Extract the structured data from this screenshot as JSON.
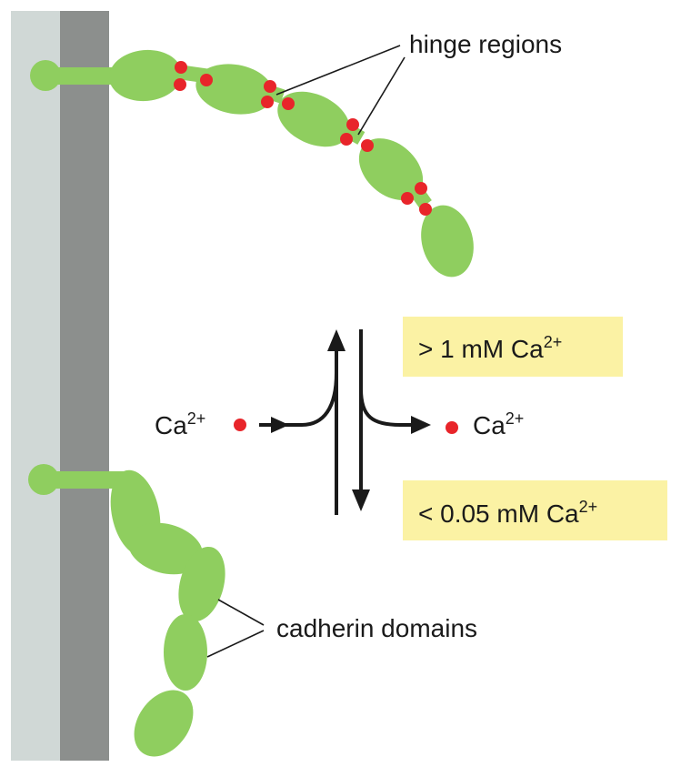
{
  "labels": {
    "hinge_regions": "hinge regions",
    "cadherin_domains": "cadherin domains",
    "ca_left": "Ca",
    "ca_right": "Ca",
    "ca_superscript": "2+",
    "high_condition": {
      "prefix": "> 1 mM Ca",
      "superscript": "2+"
    },
    "low_condition": {
      "prefix": "< 0.05 mM Ca",
      "superscript": "2+"
    }
  },
  "colors": {
    "membrane_outer": "#d0d8d6",
    "membrane_inner": "#8c8f8d",
    "domain_green": "#8fce5f",
    "calcium_red": "#e8252a",
    "condition_box": "#fbf2a4",
    "arrow": "#1a1a1a"
  }
}
